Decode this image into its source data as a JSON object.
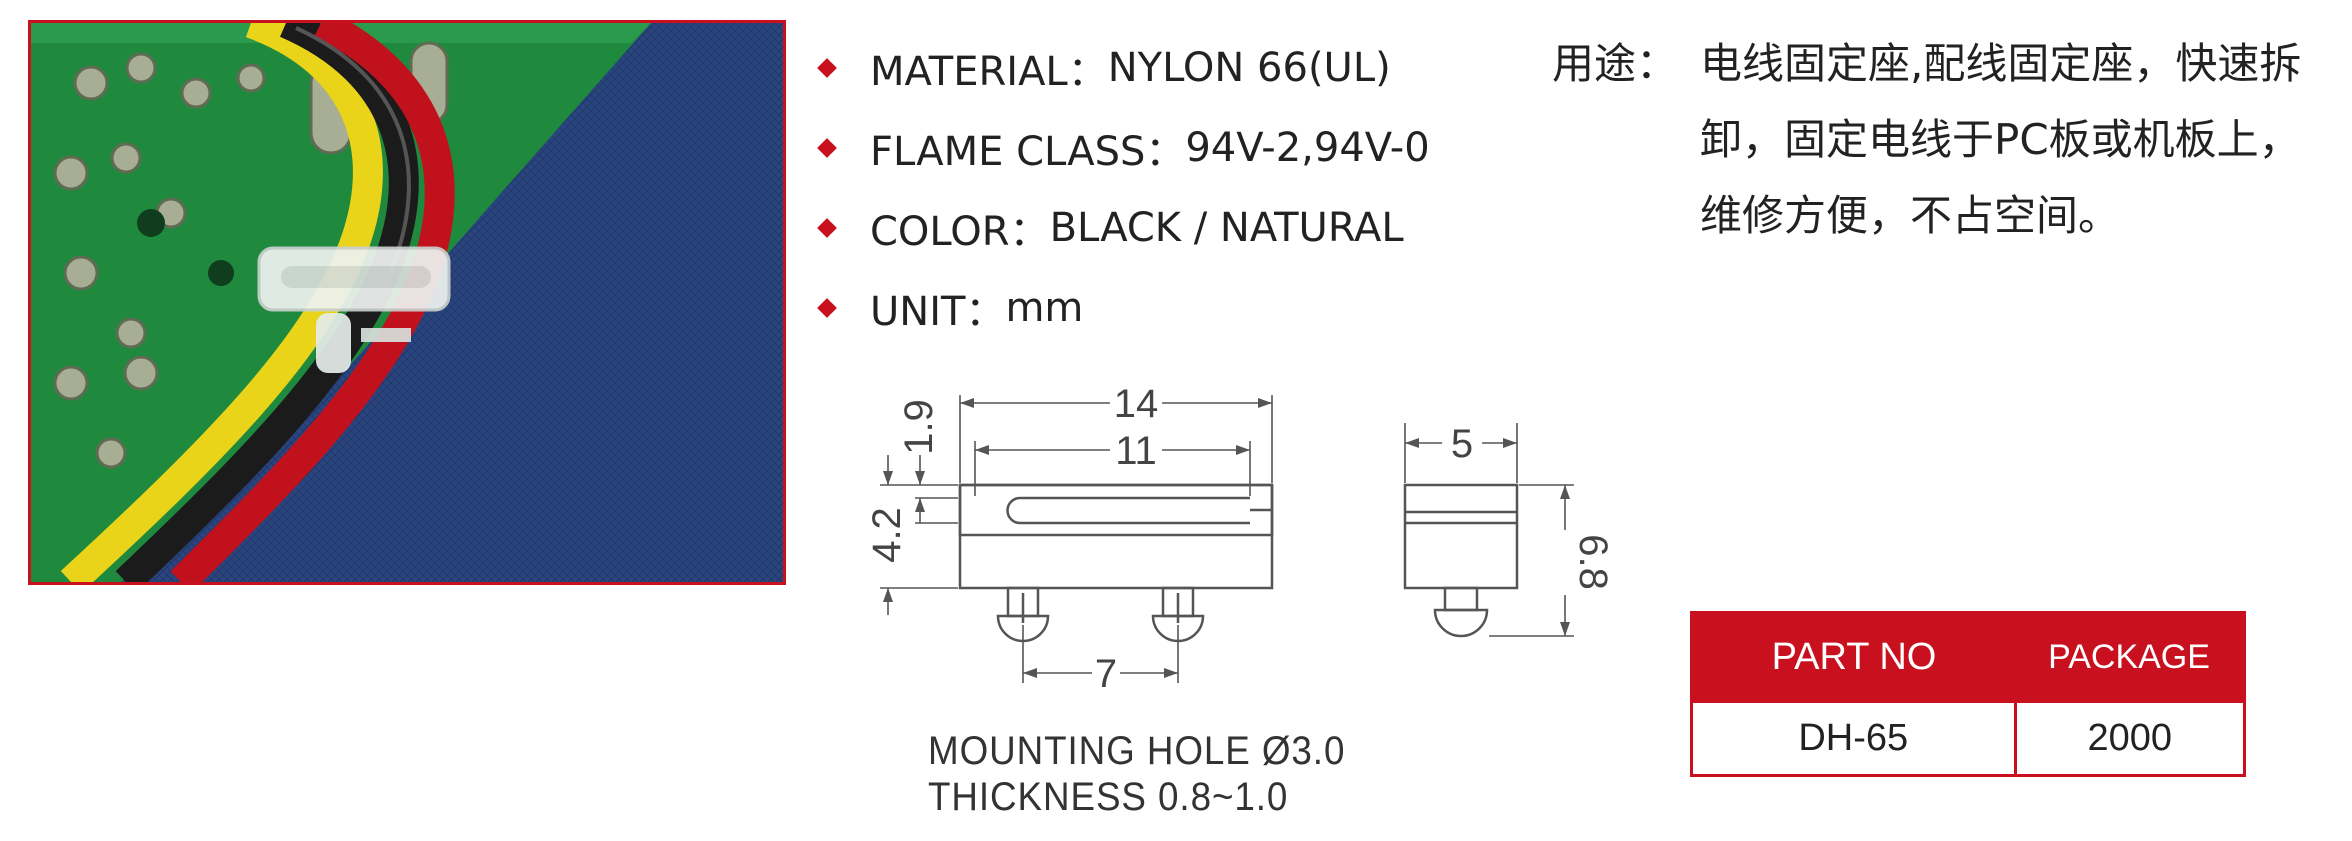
{
  "specs": [
    {
      "label": "MATERIAL：",
      "value": "NYLON 66(UL)"
    },
    {
      "label": "FLAME CLASS：",
      "value": "94V-2,94V-0"
    },
    {
      "label": "COLOR：",
      "value": "BLACK / NATURAL"
    },
    {
      "label": "UNIT：",
      "value": "mm"
    }
  ],
  "usage": {
    "label": "用途：",
    "text": "电线固定座,配线固定座，快速拆卸，固定电线于PC板或机板上，维修方便，不占空间。"
  },
  "drawing": {
    "dims": {
      "overall_length": "14",
      "slot_length": "11",
      "top_thickness": "1.9",
      "height": "4.2",
      "pin_pitch": "7",
      "width": "5",
      "total_height": "6.8"
    },
    "notes": [
      "MOUNTING  HOLE  Ø3.0",
      "THICKNESS  0.8~1.0"
    ]
  },
  "table": {
    "headers": [
      "PART NO",
      "PACKAGE"
    ],
    "rows": [
      [
        "DH-65",
        "2000"
      ]
    ]
  },
  "colors": {
    "accent": "#c8101e",
    "pcb": "#1f8a3e",
    "cloth": "#27407a"
  }
}
